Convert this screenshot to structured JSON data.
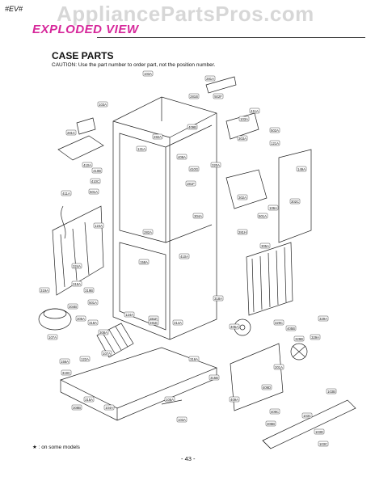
{
  "header": {
    "code": "#EV#",
    "title": "EXPLODED VIEW",
    "watermark": "AppliancePartsPros.com"
  },
  "section": {
    "title": "CASE PARTS",
    "caption": "CAUTION: Use the part number to order part, not the position number."
  },
  "part_labels": [
    "103A",
    "281A",
    "103A",
    "281B",
    "411A",
    "281C",
    "502F",
    "409B",
    "409A",
    "103A",
    "282A",
    "410A",
    "410B",
    "410C",
    "303A",
    "502A",
    "131A",
    "121A",
    "410G",
    "149A",
    "501A",
    "281F",
    "320A",
    "411A",
    "304A",
    "302A",
    "124A",
    "282A",
    "106A",
    "302C",
    "501A",
    "305A",
    "281H",
    "158A",
    "410A",
    "324A",
    "319A",
    "315A",
    "319B",
    "304B",
    "501A",
    "281F",
    "107A",
    "305A",
    "405A",
    "329A",
    "318A",
    "314A",
    "308A",
    "124A",
    "122A",
    "281E",
    "329C",
    "405B",
    "201A",
    "329A",
    "329B",
    "318A",
    "107A",
    "316A",
    "315B",
    "106A",
    "156A",
    "409A",
    "319C",
    "409D",
    "409C",
    "103B",
    "308B",
    "315A",
    "104A",
    "103A",
    "305B",
    "103C",
    "103D",
    "103C"
  ],
  "footnote": "★ : on some models",
  "page_number": "- 43 -"
}
